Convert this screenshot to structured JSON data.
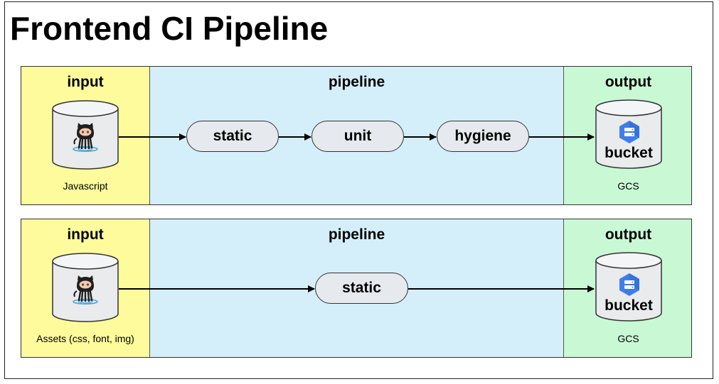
{
  "title": "Frontend CI Pipeline",
  "rows": [
    {
      "input_title": "input",
      "pipeline_title": "pipeline",
      "output_title": "output",
      "input_caption": "Javascript",
      "stages": [
        "static",
        "unit",
        "hygiene"
      ],
      "output_label": "bucket",
      "output_caption": "GCS"
    },
    {
      "input_title": "input",
      "pipeline_title": "pipeline",
      "output_title": "output",
      "input_caption": "Assets (css, font, img)",
      "stages": [
        "static"
      ],
      "output_label": "bucket",
      "output_caption": "GCS"
    }
  ],
  "icons": {
    "input": "github-octocat-icon",
    "output": "gcs-bucket-icon"
  },
  "colors": {
    "input_bg": "#fdfb9b",
    "pipeline_bg": "#d4effa",
    "output_bg": "#c9f8d5",
    "stage_bg": "#e6eaee",
    "gcs_blue": "#3f7ee8"
  }
}
